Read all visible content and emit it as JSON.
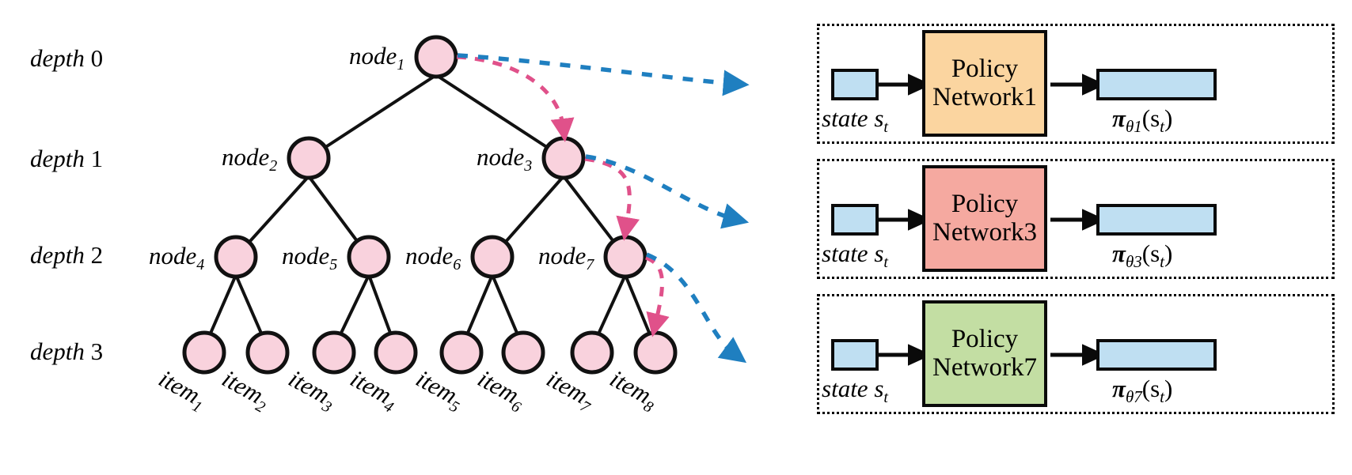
{
  "figure": {
    "title": "Hierarchical tree with per-node policy networks",
    "colors": {
      "node_fill": "#f9d2dd",
      "node_stroke": "#111111",
      "tree_edge": "#111111",
      "pink_arrow": "#e0518a",
      "blue_arrow": "#1f7fc0",
      "io_box_fill": "#bfdff2",
      "net1_fill": "#fbd5a0",
      "net3_fill": "#f5a9a0",
      "net7_fill": "#c3dea3",
      "panel_border": "#000000"
    }
  },
  "tree": {
    "depth_labels": [
      {
        "word": "depth",
        "value": "0"
      },
      {
        "word": "depth",
        "value": "1"
      },
      {
        "word": "depth",
        "value": "2"
      },
      {
        "word": "depth",
        "value": "3"
      }
    ],
    "internal_nodes": [
      {
        "name": "node",
        "index": "1",
        "depth": 0
      },
      {
        "name": "node",
        "index": "2",
        "depth": 1
      },
      {
        "name": "node",
        "index": "3",
        "depth": 1
      },
      {
        "name": "node",
        "index": "4",
        "depth": 2
      },
      {
        "name": "node",
        "index": "5",
        "depth": 2
      },
      {
        "name": "node",
        "index": "6",
        "depth": 2
      },
      {
        "name": "node",
        "index": "7",
        "depth": 2
      }
    ],
    "leaf_nodes": [
      {
        "name": "item",
        "index": "1"
      },
      {
        "name": "item",
        "index": "2"
      },
      {
        "name": "item",
        "index": "3"
      },
      {
        "name": "item",
        "index": "4"
      },
      {
        "name": "item",
        "index": "5"
      },
      {
        "name": "item",
        "index": "6"
      },
      {
        "name": "item",
        "index": "7"
      },
      {
        "name": "item",
        "index": "8"
      }
    ],
    "highlight_path": [
      "node1",
      "node3",
      "node7",
      "item8"
    ]
  },
  "panels": [
    {
      "id": "panel1",
      "input_caption": {
        "word": "state",
        "symbol": "s",
        "sub": "t"
      },
      "network_label_line1": "Policy",
      "network_label_line2": "Network1",
      "network_color": "#fbd5a0",
      "output_caption": {
        "pi": "π",
        "sub": "θ1",
        "arg": "(s",
        "argsub": "t",
        "close": ")"
      },
      "source_node": "node1"
    },
    {
      "id": "panel2",
      "input_caption": {
        "word": "state",
        "symbol": "s",
        "sub": "t"
      },
      "network_label_line1": "Policy",
      "network_label_line2": "Network3",
      "network_color": "#f5a9a0",
      "output_caption": {
        "pi": "π",
        "sub": "θ3",
        "arg": "(s",
        "argsub": "t",
        "close": ")"
      },
      "source_node": "node3"
    },
    {
      "id": "panel3",
      "input_caption": {
        "word": "state",
        "symbol": "s",
        "sub": "t"
      },
      "network_label_line1": "Policy",
      "network_label_line2": "Network7",
      "network_color": "#c3dea3",
      "output_caption": {
        "pi": "π",
        "sub": "θ7",
        "arg": "(s",
        "argsub": "t",
        "close": ")"
      },
      "source_node": "item8"
    }
  ]
}
